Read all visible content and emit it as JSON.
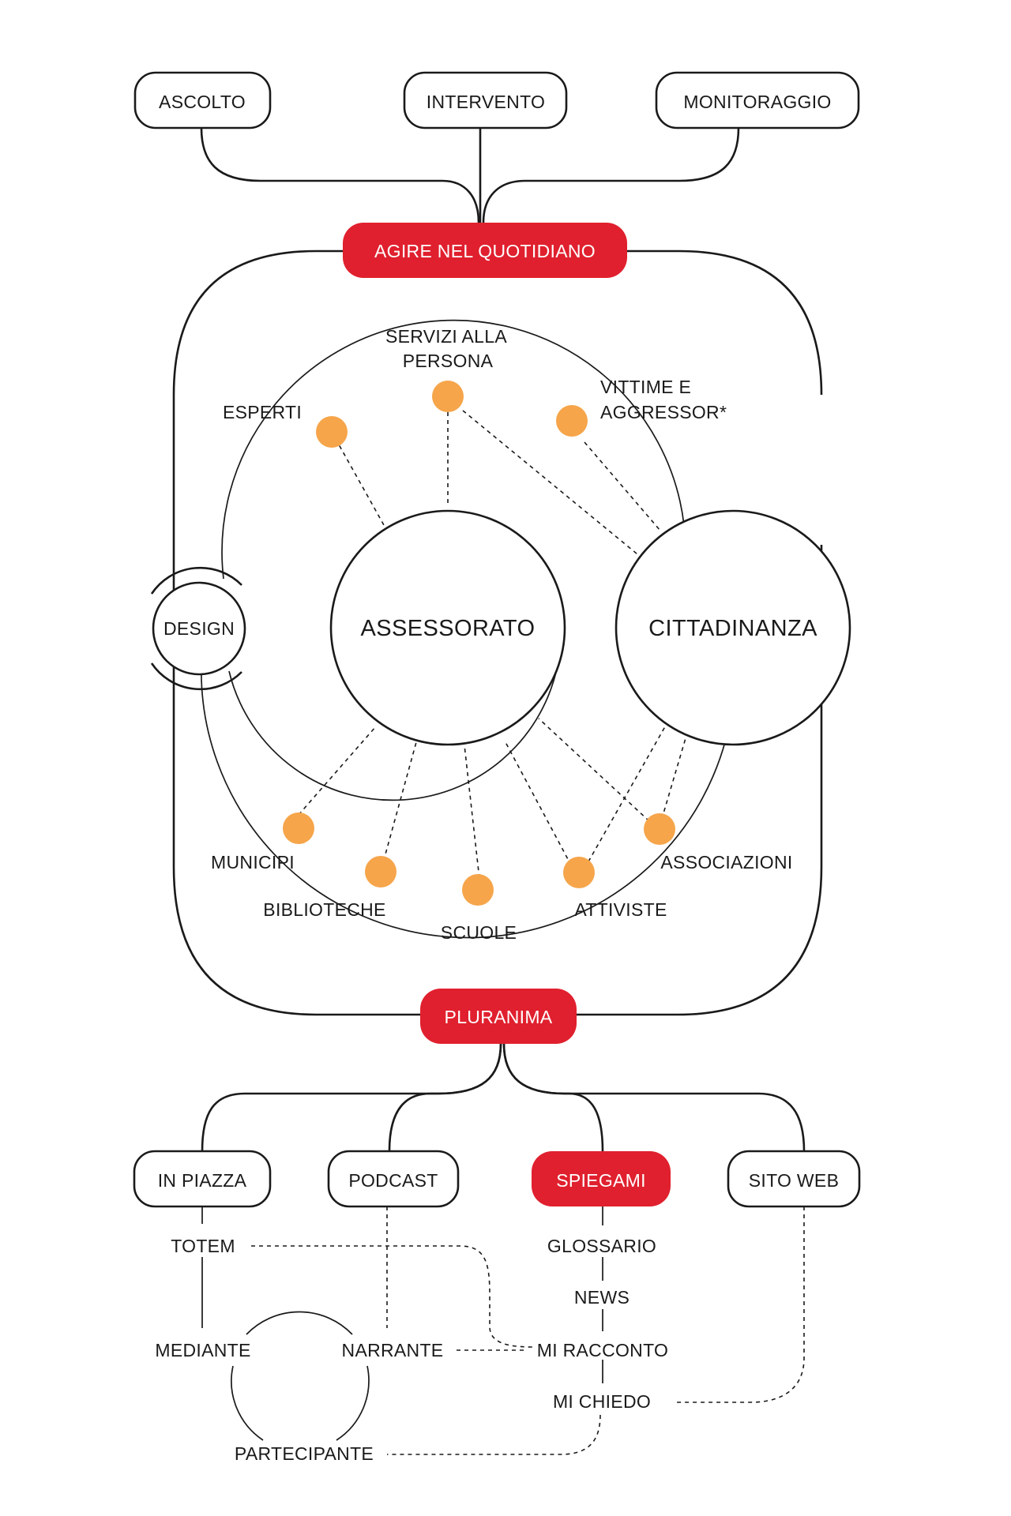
{
  "top_inputs": [
    "ASCOLTO",
    "INTERVENTO",
    "MONITORAGGIO"
  ],
  "hub_top": "AGIRE NEL QUOTIDIANO",
  "hub_bottom": "PLURANIMA",
  "centers": {
    "left": "ASSESSORATO",
    "right": "CITTADINANZA"
  },
  "design_label": "DESIGN",
  "actors": {
    "servizi": [
      "SERVIZI ALLA",
      "PERSONA"
    ],
    "vittime": [
      "VITTIME E",
      "AGGRESSOR*"
    ],
    "esperti": "ESPERTI",
    "municipi": "MUNICIPI",
    "biblioteche": "BIBLIOTECHE",
    "scuole": "SCUOLE",
    "attiviste": "ATTIVISTE",
    "associazioni": "ASSOCIAZIONI"
  },
  "channels": [
    "IN PIAZZA",
    "PODCAST",
    "SPIEGAMI",
    "SITO WEB"
  ],
  "sub_items": {
    "totem": "TOTEM",
    "mediante": "MEDIANTE",
    "narrante": "NARRANTE",
    "partecipante": "PARTECIPANTE",
    "glossario": "GLOSSARIO",
    "news": "NEWS",
    "mi_racconto": "MI RACCONTO",
    "mi_chiedo": "MI CHIEDO"
  },
  "colors": {
    "accent": "#e0202e",
    "node": "#f6a54a",
    "line": "#1a1a1a",
    "background": "#ffffff"
  }
}
